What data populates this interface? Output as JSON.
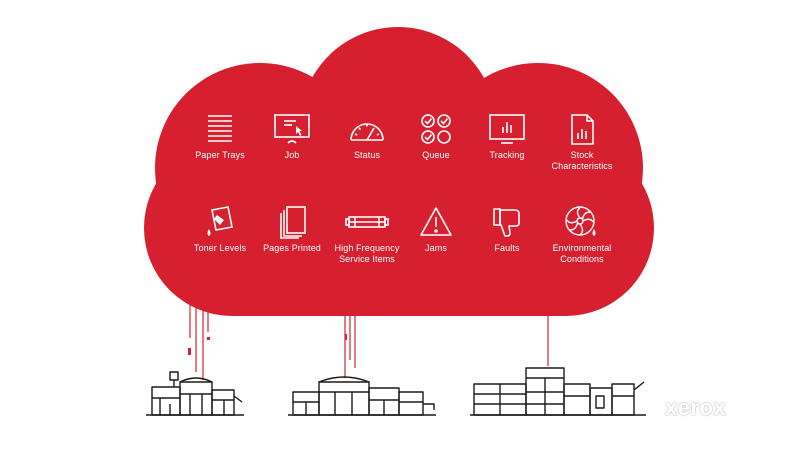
{
  "colors": {
    "cloud": "#d6202f",
    "line": "#1a1a1a",
    "icon": "#ffffff"
  },
  "cloud": {
    "row1": [
      {
        "icon": "paper-trays-icon",
        "label": "Paper Trays"
      },
      {
        "icon": "job-icon",
        "label": "Job"
      },
      {
        "icon": "status-gauge-icon",
        "label": "Status"
      },
      {
        "icon": "queue-icon",
        "label": "Queue"
      },
      {
        "icon": "tracking-icon",
        "label": "Tracking"
      },
      {
        "icon": "stock-document-icon",
        "label": "Stock\nCharacteristics"
      }
    ],
    "row2": [
      {
        "icon": "toner-icon",
        "label": "Toner Levels"
      },
      {
        "icon": "pages-icon",
        "label": "Pages Printed"
      },
      {
        "icon": "service-part-icon",
        "label": "High Frequency\nService Items"
      },
      {
        "icon": "warning-icon",
        "label": "Jams"
      },
      {
        "icon": "thumbs-down-icon",
        "label": "Faults"
      },
      {
        "icon": "environment-fan-icon",
        "label": "Environmental\nConditions"
      }
    ]
  },
  "printers": [
    {
      "icon": "production-printer-small-icon"
    },
    {
      "icon": "production-printer-medium-icon"
    },
    {
      "icon": "production-printer-large-icon"
    }
  ],
  "brand": {
    "logo_text": "xerox"
  }
}
